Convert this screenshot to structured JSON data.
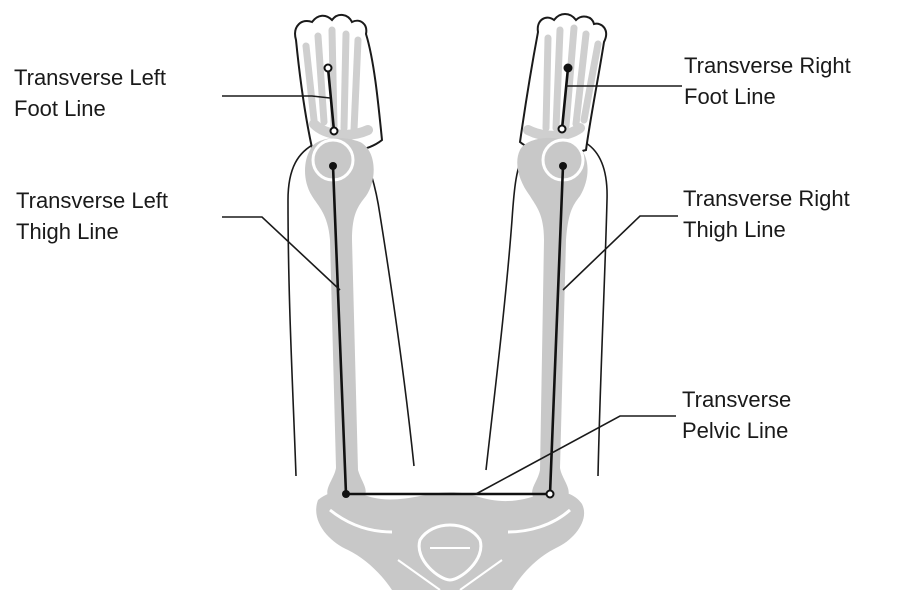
{
  "labels": {
    "left_foot": {
      "line1": "Transverse Left",
      "line2": "Foot Line"
    },
    "left_thigh": {
      "line1": "Transverse Left",
      "line2": "Thigh Line"
    },
    "right_foot": {
      "line1": "Transverse Right",
      "line2": "Foot Line"
    },
    "right_thigh": {
      "line1": "Transverse Right",
      "line2": "Thigh Line"
    },
    "pelvic": {
      "line1": "Transverse",
      "line2": "Pelvic Line"
    }
  },
  "colors": {
    "bone": "#c8c8c8",
    "bone_detail": "#ffffff",
    "outline": "#1a1a1a",
    "line": "#111111",
    "text": "#1a1a1a"
  }
}
